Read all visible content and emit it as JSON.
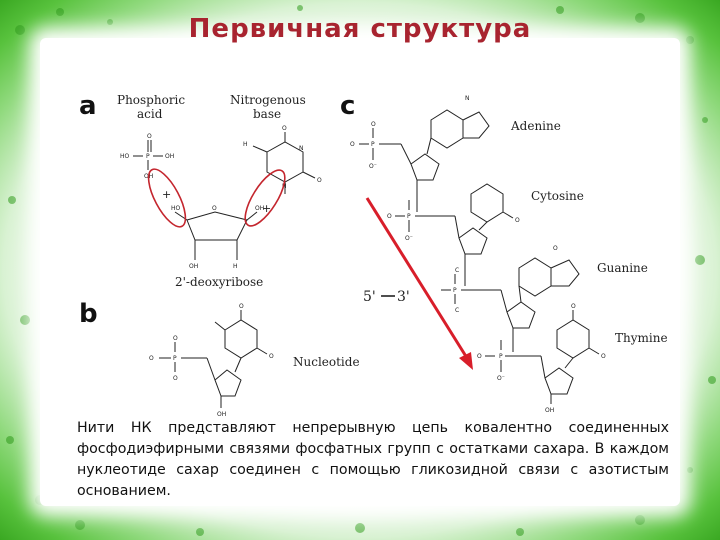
{
  "slide": {
    "title": "Первичная структура",
    "caption": "Нити НК представляют непрерывную цепь ковалентно соединенных фосфодиэфирными связями фосфатных групп с остатками сахара. В каждом нуклеотиде сахар соединен с помощью гликозидной связи с азотистым основанием."
  },
  "figure": {
    "panel_a": {
      "letter": "a",
      "phosphoric_label_1": "Phosphoric",
      "phosphoric_label_2": "acid",
      "base_label_1": "Nitrogenous",
      "base_label_2": "base",
      "sugar_label": "2'-deoxyribose",
      "plus": "+"
    },
    "panel_b": {
      "letter": "b",
      "nucleotide_label": "Nucleotide"
    },
    "panel_c": {
      "letter": "c",
      "bases": [
        "Adenine",
        "Cytosine",
        "Guanine",
        "Thymine"
      ],
      "direction_5": "5'",
      "direction_3": "3'"
    },
    "atoms": {
      "ho": "HO",
      "oh": "OH",
      "p": "P",
      "o": "O",
      "n": "N",
      "h": "H",
      "c": "C",
      "o_minus": "O⁻"
    }
  },
  "colors": {
    "title": "#a8242f",
    "frame_green": "#3aa822",
    "highlight_red": "#c4262e",
    "arrow_red": "#d81e2a"
  }
}
